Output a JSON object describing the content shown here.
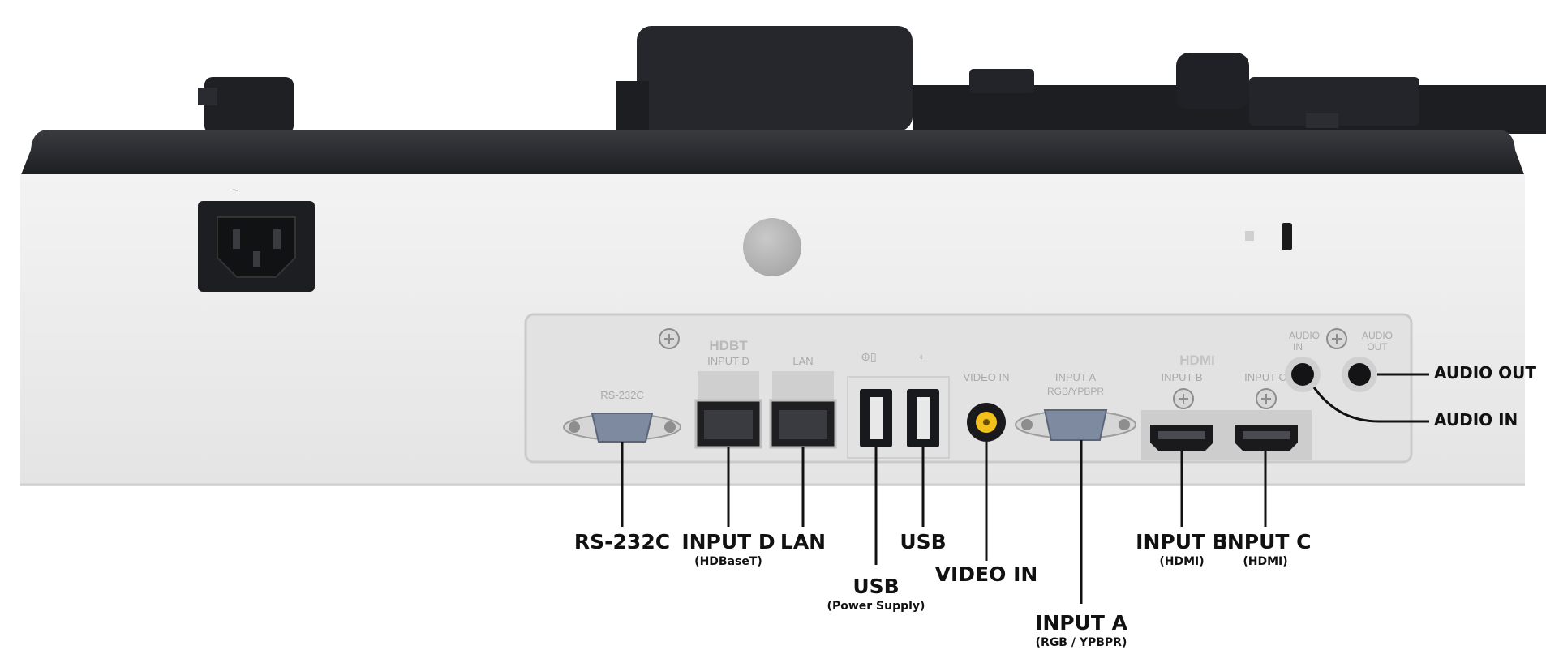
{
  "panel_markings": {
    "rs232c": "RS-232C",
    "hdbt": "HDBT",
    "input_d": "INPUT D",
    "lan": "LAN",
    "video_in": "VIDEO IN",
    "input_a": "INPUT A",
    "input_a_sub": "RGB/YPBPR",
    "hdmi": "HDMI",
    "input_b": "INPUT B",
    "input_c": "INPUT C",
    "audio_in_top": "AUDIO",
    "audio_in_bottom": "IN",
    "audio_out_top": "AUDIO",
    "audio_out_bottom": "OUT"
  },
  "callouts": {
    "rs232c": {
      "label": "RS-232C"
    },
    "input_d": {
      "label": "INPUT D",
      "sub": "(HDBaseT)"
    },
    "lan": {
      "label": "LAN"
    },
    "usb_power": {
      "label": "USB",
      "sub": "(Power Supply)"
    },
    "usb": {
      "label": "USB"
    },
    "video_in": {
      "label": "VIDEO IN"
    },
    "input_a": {
      "label": "INPUT A",
      "sub": "(RGB / YPBPR)"
    },
    "input_b": {
      "label": "INPUT B",
      "sub": "(HDMI)"
    },
    "input_c": {
      "label": "INPUT C",
      "sub": "(HDMI)"
    },
    "audio_out": {
      "label": "AUDIO OUT"
    },
    "audio_in": {
      "label": "AUDIO IN"
    }
  },
  "colors": {
    "body": "#ececec",
    "top_housing": "#232429",
    "panel": "#e2e2e2",
    "port_metal": "#7d8aa0",
    "video_jack": "#f2c21a"
  }
}
